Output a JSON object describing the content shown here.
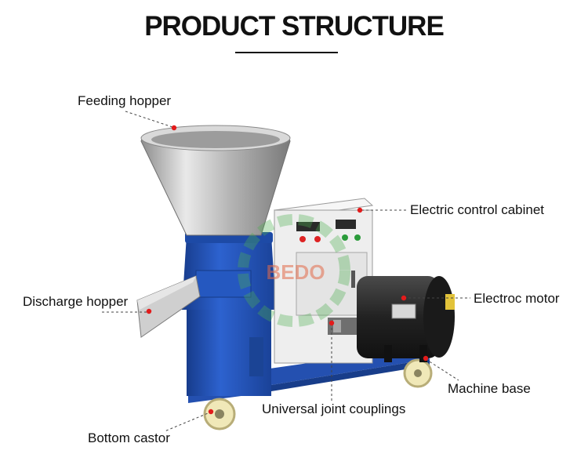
{
  "header": {
    "title": "PRODUCT STRUCTURE"
  },
  "watermark": {
    "text": "BEDO"
  },
  "parts": [
    {
      "id": "feeding-hopper",
      "label": "Feeding hopper"
    },
    {
      "id": "electric-control-cabinet",
      "label": "Electric control cabinet"
    },
    {
      "id": "discharge-hopper",
      "label": "Discharge hopper"
    },
    {
      "id": "electric-motor",
      "label": "Electroc motor"
    },
    {
      "id": "machine-base",
      "label": "Machine base"
    },
    {
      "id": "universal-joint-couplings",
      "label": "Universal joint couplings"
    },
    {
      "id": "bottom-castor",
      "label": "Bottom castor"
    }
  ],
  "colors": {
    "marker": "#e21b1b",
    "machine_blue": "#1f4fb4",
    "steel": "#c9c9c9",
    "cabinet": "#eeeeee",
    "motor": "#2a2a2a",
    "watermark": "#4caf50"
  }
}
